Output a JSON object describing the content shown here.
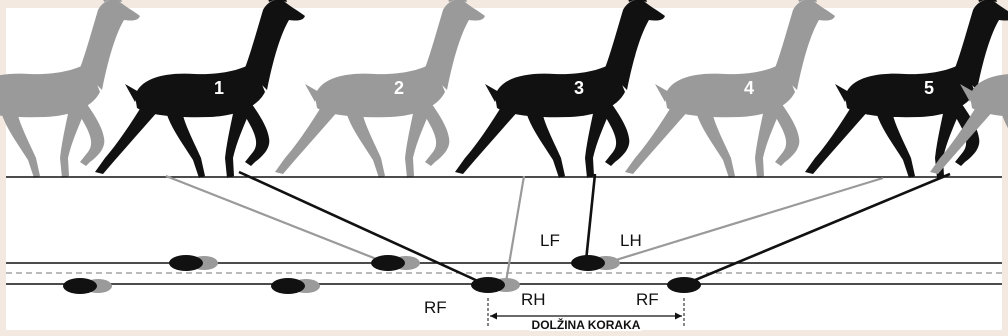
{
  "colors": {
    "background": "#f3e9e1",
    "paper": "#ffffff",
    "dark": "#111111",
    "gray": "#9a9a9a"
  },
  "deer": [
    {
      "number": "",
      "shade": "gray"
    },
    {
      "number": "1",
      "shade": "dark"
    },
    {
      "number": "2",
      "shade": "gray"
    },
    {
      "number": "3",
      "shade": "dark"
    },
    {
      "number": "4",
      "shade": "gray"
    },
    {
      "number": "5",
      "shade": "dark"
    },
    {
      "number": "",
      "shade": "gray"
    }
  ],
  "labels": {
    "lf": "LF",
    "lh": "LH",
    "rf_left": "RF",
    "rh": "RH",
    "rf_right": "RF",
    "stride": "DOLŽINA KORAKA"
  }
}
